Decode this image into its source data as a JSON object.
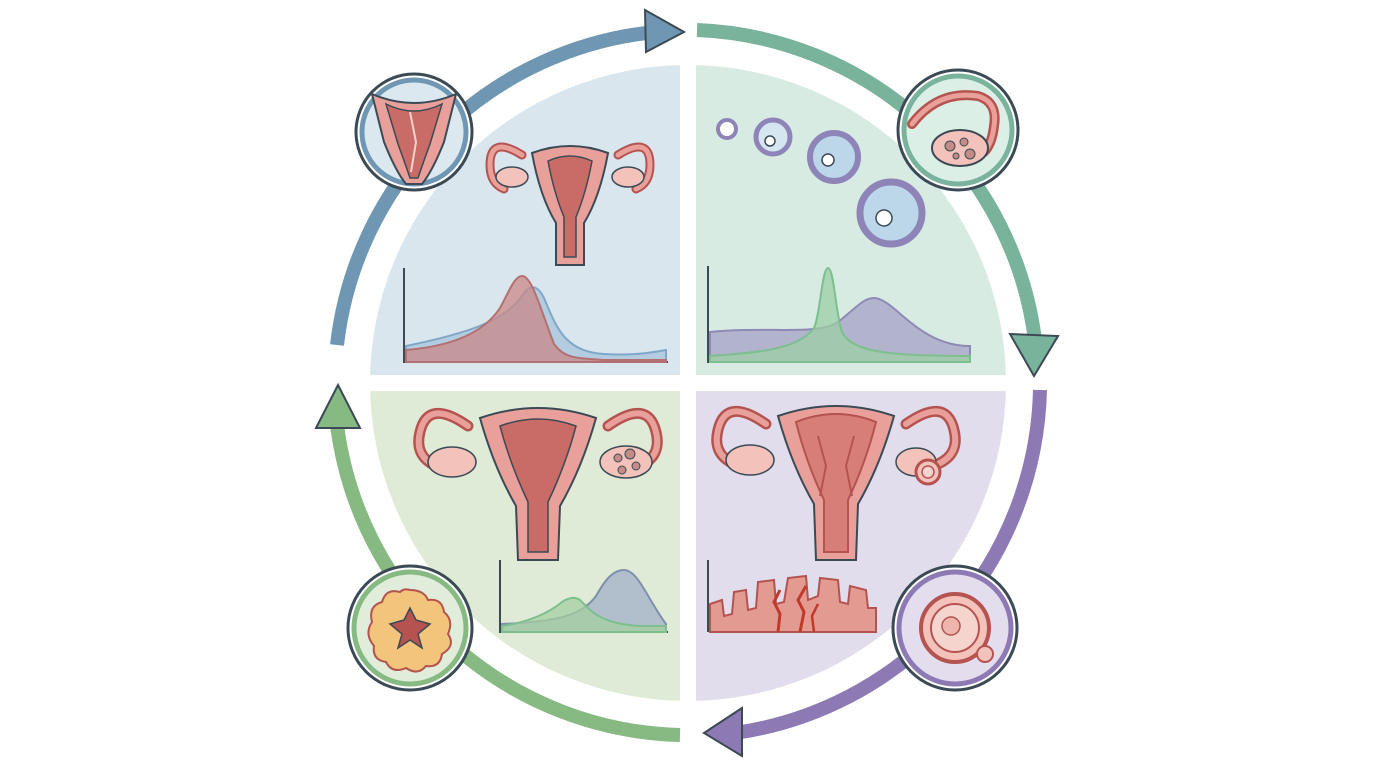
{
  "colors": {
    "background": "#ffffff",
    "outline": "#3b4a55",
    "arrow_blue": "#6f97b3",
    "arrow_teal": "#79b39b",
    "arrow_purple": "#8d79b3",
    "arrow_green": "#87ba83",
    "quadrant_blue": "#d9e6ee",
    "quadrant_teal": "#d8ebe3",
    "quadrant_green": "#dfebd7",
    "quadrant_purple": "#e2ddec",
    "tissue_pink": "#eaa09a",
    "tissue_dark": "#b4534f",
    "ovary_pink": "#f3c2ba",
    "follicle_purple": "#8f84b8",
    "follicle_blue": "#bcd7ea",
    "corpus_yellow": "#f2c47c",
    "curve_red": "#c98888",
    "curve_blue": "#7fa7c8",
    "curve_green": "#7dbf8e",
    "curve_purple": "#8f89b5"
  },
  "diagram": {
    "quadrants": [
      {
        "key": "top-left",
        "color": "quadrant_blue"
      },
      {
        "key": "top-right",
        "color": "quadrant_teal"
      },
      {
        "key": "bottom-left",
        "color": "quadrant_green"
      },
      {
        "key": "bottom-right",
        "color": "quadrant_purple"
      }
    ],
    "arrows": [
      {
        "key": "top-left",
        "color": "arrow_blue",
        "icon": "uterus-cross-section-icon"
      },
      {
        "key": "top-right",
        "color": "arrow_teal",
        "icon": "ovary-follicles-icon"
      },
      {
        "key": "bottom-right",
        "color": "arrow_purple",
        "icon": "egg-cell-icon"
      },
      {
        "key": "bottom-left",
        "color": "arrow_green",
        "icon": "corpus-luteum-icon"
      }
    ],
    "illustrations": [
      "uterus-icon",
      "follicle-growth-icon",
      "uterus-with-follicle-icon",
      "uterus-ovulation-icon",
      "endometrium-lining-icon"
    ]
  }
}
